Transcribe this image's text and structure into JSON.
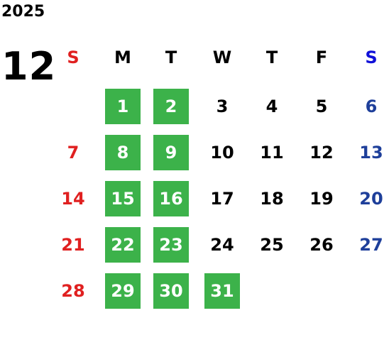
{
  "year": "2025",
  "month": "12",
  "colors": {
    "sunday": "#e02020",
    "saturday": "#1e3f9a",
    "saturday_header": "#1010d8",
    "weekday": "#000000",
    "highlight_bg": "#3cb24a",
    "highlight_text": "#ffffff"
  },
  "weekdays": [
    "S",
    "M",
    "T",
    "W",
    "T",
    "F",
    "S"
  ],
  "weeks": [
    [
      {
        "day": "",
        "highlight": false
      },
      {
        "day": "1",
        "highlight": true
      },
      {
        "day": "2",
        "highlight": true
      },
      {
        "day": "3",
        "highlight": false
      },
      {
        "day": "4",
        "highlight": false
      },
      {
        "day": "5",
        "highlight": false
      },
      {
        "day": "6",
        "highlight": false
      }
    ],
    [
      {
        "day": "7",
        "highlight": false
      },
      {
        "day": "8",
        "highlight": true
      },
      {
        "day": "9",
        "highlight": true
      },
      {
        "day": "10",
        "highlight": false
      },
      {
        "day": "11",
        "highlight": false
      },
      {
        "day": "12",
        "highlight": false
      },
      {
        "day": "13",
        "highlight": false
      }
    ],
    [
      {
        "day": "14",
        "highlight": false
      },
      {
        "day": "15",
        "highlight": true
      },
      {
        "day": "16",
        "highlight": true
      },
      {
        "day": "17",
        "highlight": false
      },
      {
        "day": "18",
        "highlight": false
      },
      {
        "day": "19",
        "highlight": false
      },
      {
        "day": "20",
        "highlight": false
      }
    ],
    [
      {
        "day": "21",
        "highlight": false
      },
      {
        "day": "22",
        "highlight": true
      },
      {
        "day": "23",
        "highlight": true
      },
      {
        "day": "24",
        "highlight": false
      },
      {
        "day": "25",
        "highlight": false
      },
      {
        "day": "26",
        "highlight": false
      },
      {
        "day": "27",
        "highlight": false
      }
    ],
    [
      {
        "day": "28",
        "highlight": false
      },
      {
        "day": "29",
        "highlight": true
      },
      {
        "day": "30",
        "highlight": true
      },
      {
        "day": "31",
        "highlight": true
      },
      {
        "day": "",
        "highlight": false
      },
      {
        "day": "",
        "highlight": false
      },
      {
        "day": "",
        "highlight": false
      }
    ]
  ]
}
